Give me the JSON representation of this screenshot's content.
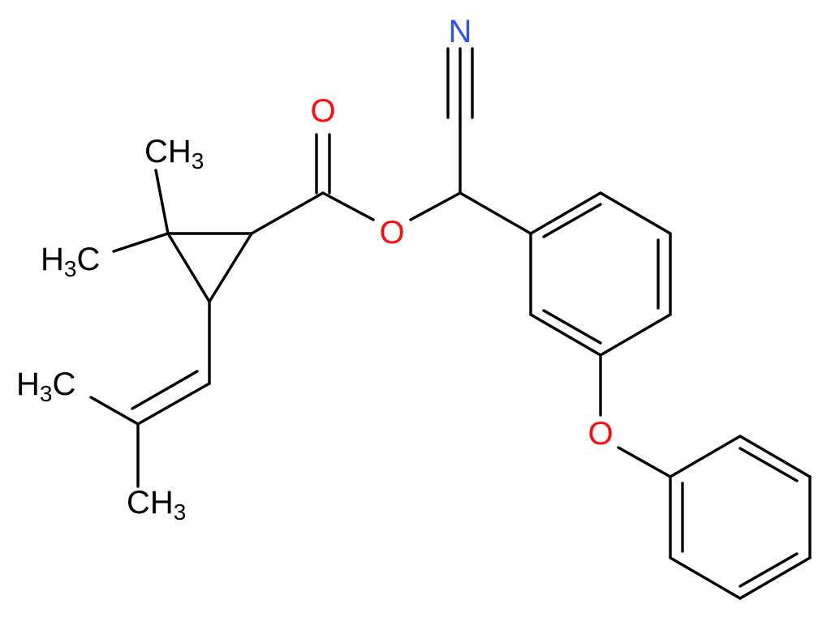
{
  "colors": {
    "background": "#ffffff",
    "bond": "#000000",
    "carbon": "#000000",
    "oxygen": "#ff0d0d",
    "nitrogen": "#3050f8"
  },
  "labels": {
    "n_nitrile": "N",
    "o_carbonyl": "O",
    "o_ester": "O",
    "o_ether": "O",
    "ch3_top": {
      "main": "CH",
      "sub": "3"
    },
    "ch3_left": {
      "main": "H",
      "sub": "3",
      "tail": "C"
    },
    "ch3_alkene_left": {
      "main": "H",
      "sub": "3",
      "tail": "C"
    },
    "ch3_alkene_bottom": {
      "main": "CH",
      "sub": "3"
    }
  }
}
